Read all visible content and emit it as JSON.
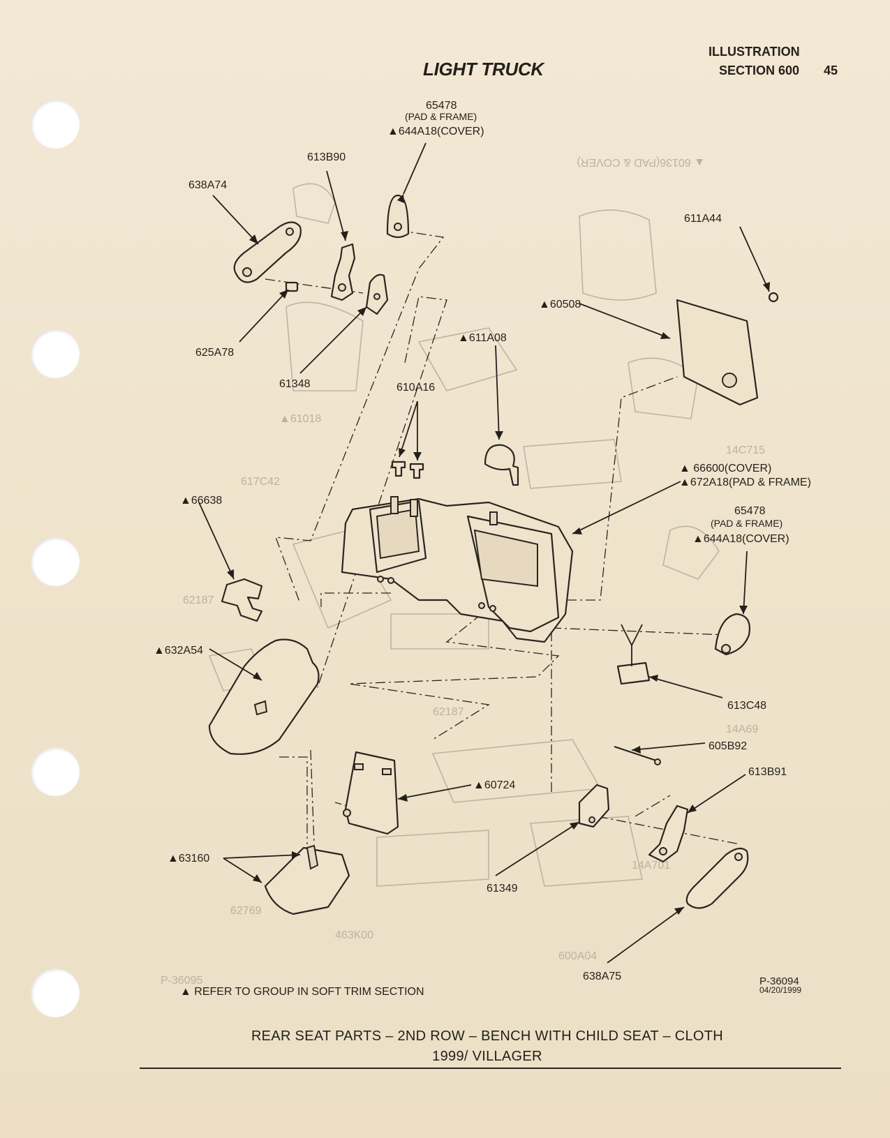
{
  "header": {
    "title": "LIGHT TRUCK",
    "illustration": "ILLUSTRATION",
    "section": "SECTION 600",
    "page_number": "45"
  },
  "callouts": {
    "c65478_top": "65478",
    "c65478_top_sub": "(PAD & FRAME)",
    "c644a18_top": "▲644A18(COVER)",
    "c613b90": "613B90",
    "c638a74": "638A74",
    "c611a44": "611A44",
    "c60508": "▲60508",
    "c611a08": "▲611A08",
    "c625a78": "625A78",
    "c61348": "61348",
    "c610a16": "610A16",
    "c66600": "▲ 66600(COVER)",
    "c672a18": "▲672A18(PAD & FRAME)",
    "c66638": "▲66638",
    "c65478_right": "65478",
    "c65478_right_sub": "(PAD & FRAME)",
    "c644a18_right": "▲644A18(COVER)",
    "c632a54": "▲632A54",
    "c613c48": "613C48",
    "c605b92": "605B92",
    "c613b91": "613B91",
    "c60724": "▲60724",
    "c63160": "▲63160",
    "c61349": "61349",
    "c638a75": "638A75"
  },
  "note": "▲ REFER TO GROUP IN SOFT TRIM SECTION",
  "figure_ref": "P-36094",
  "figure_date": "04/20/1999",
  "footer": {
    "line1": "REAR SEAT PARTS – 2ND ROW – BENCH WITH CHILD SEAT – CLOTH",
    "line2": "1999/ VILLAGER"
  }
}
